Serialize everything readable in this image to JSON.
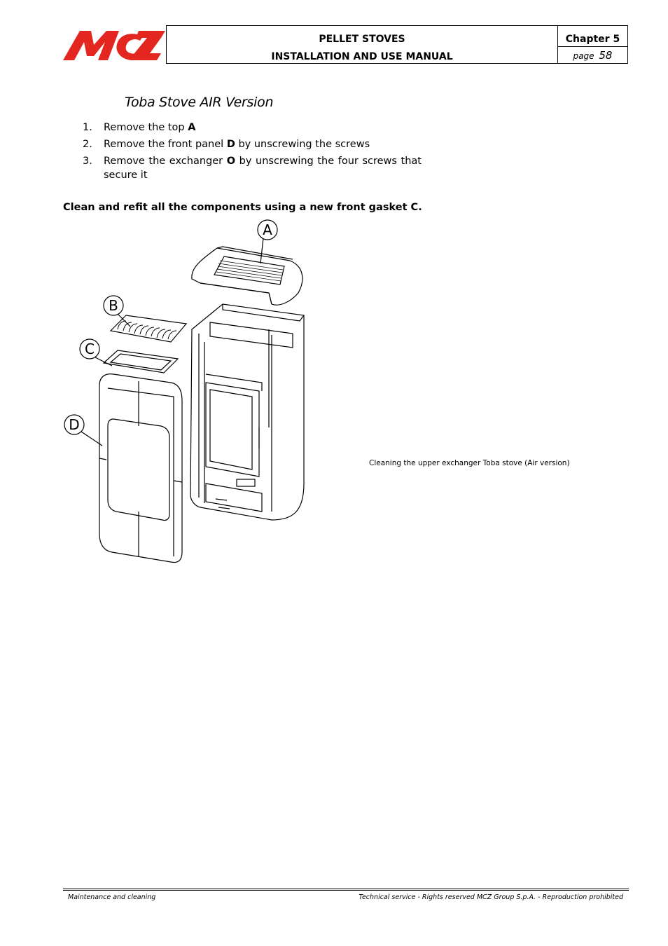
{
  "brand": {
    "logo_text": "MCZ",
    "color": "#e3261f"
  },
  "header": {
    "line1": "PELLET STOVES",
    "line2": "INSTALLATION AND USE MANUAL",
    "chapter": "Chapter 5",
    "page_label": "page",
    "page_number": "58"
  },
  "section": {
    "title": "Toba Stove AIR Version"
  },
  "steps": [
    {
      "num": "1.",
      "pre": "Remove the top ",
      "key": "A",
      "post": ""
    },
    {
      "num": "2.",
      "pre": "Remove the front panel ",
      "key": "D",
      "post": " by unscrewing the screws"
    },
    {
      "num": "3.",
      "pre": "Remove the exchanger ",
      "key": "O",
      "post": " by unscrewing the four screws that secure it"
    }
  ],
  "note": "Clean and refit all the components using a new front gasket C.",
  "figure": {
    "labels": {
      "a": "A",
      "b": "B",
      "c": "C",
      "d": "D"
    },
    "caption": "Cleaning the upper exchanger Toba stove (Air version)"
  },
  "footer": {
    "left": "Maintenance and cleaning",
    "right": "Technical service - Rights reserved MCZ Group S.p.A. - Reproduction prohibited"
  }
}
